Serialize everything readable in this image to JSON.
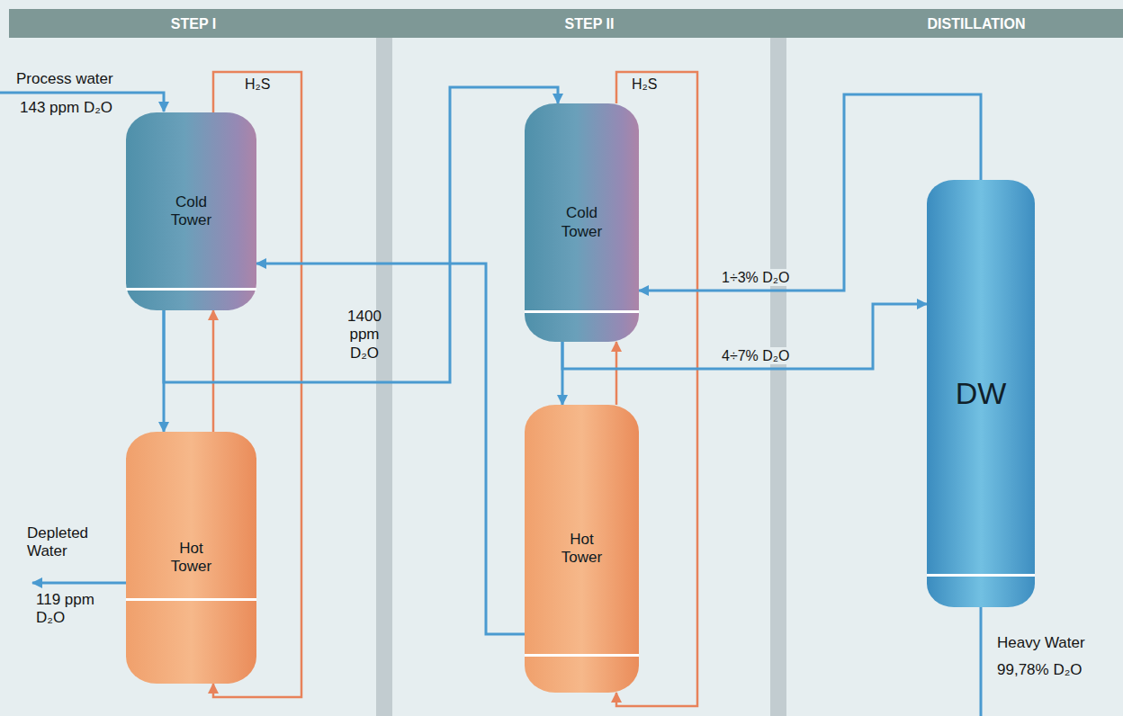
{
  "diagram": {
    "nodes": [
      {
        "text": [
          "Cold Tower"
        ]
      },
      {
        "text": [
          "Hot Tower"
        ]
      },
      {
        "text": [
          "Cold Tower"
        ]
      },
      {
        "text": [
          "Hot Tower"
        ]
      },
      {
        "text": [
          "DW"
        ]
      }
    ],
    "edges": [
      {
        "from": 0,
        "to": 1,
        "arrow": "to"
      },
      {
        "from": 1,
        "to": 0,
        "arrow": "to"
      },
      {
        "from": 0,
        "to": 1,
        "label": "H₂S",
        "arrow": "to"
      },
      {
        "from": 0,
        "to": 2,
        "arrow": "to"
      },
      {
        "from": 3,
        "to": 0,
        "arrow": "to"
      },
      {
        "from": 2,
        "to": 3,
        "arrow": "to"
      },
      {
        "from": 3,
        "to": 2,
        "arrow": "to"
      },
      {
        "from": 2,
        "to": 3,
        "label": "H₂S",
        "arrow": "to"
      },
      {
        "from": 2,
        "to": 4,
        "label": "4÷7% D₂O",
        "arrow": "to"
      },
      {
        "from": 4,
        "to": 2,
        "label": "1÷3% D₂O",
        "arrow": "to"
      }
    ],
    "labels": [
      "STEP I",
      "STEP II",
      "DISTILLATION",
      "Process water",
      "143 ppm D₂O",
      "1400 ppm D₂O",
      "Depleted Water",
      "119 ppm D₂O",
      "Heavy Water",
      "99,78% D₂O"
    ]
  }
}
